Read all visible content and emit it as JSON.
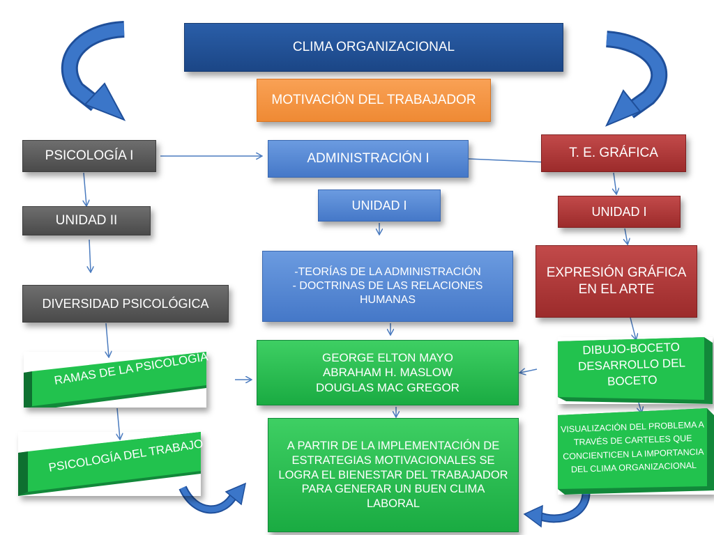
{
  "title": "CLIMA ORGANIZACIONAL",
  "subtitle": "MOTIVACIÒN DEL TRABAJADOR",
  "left": {
    "subject": "PSICOLOGÍA I",
    "unit": "UNIDAD II",
    "topic": "DIVERSIDAD PSICOLÓGICA",
    "branches": "RAMAS DE LA PSICOLOGÍA",
    "work": "PSICOLOGÍA DEL TRABAJO"
  },
  "center": {
    "subject": "ADMINISTRACIÓN I",
    "unit": "UNIDAD I",
    "topics": [
      "-TEORÍAS DE LA ADMINISTRACIÓN",
      "- DOCTRINAS DE LAS RELACIONES",
      "HUMANAS"
    ],
    "authors": [
      "GEORGE ELTON MAYO",
      "ABRAHAM H. MASLOW",
      "DOUGLAS MAC GREGOR"
    ],
    "conclusion": [
      "A PARTIR DE LA IMPLEMENTACIÓN DE",
      "ESTRATEGIAS MOTIVACIONALES SE",
      "LOGRA EL BIENESTAR DEL TRABAJADOR",
      "PARA GENERAR UN BUEN CLIMA",
      "LABORAL"
    ]
  },
  "right": {
    "subject": "T. E. GRÁFICA",
    "unit": "UNIDAD I",
    "topic": [
      "EXPRESIÓN GRÁFICA",
      "EN EL ARTE"
    ],
    "sketch": [
      "DIBUJO-BOCETO",
      "DESARROLLO DEL",
      "BOCETO"
    ],
    "visual": [
      "VISUALIZACIÓN DEL PROBLEMA A",
      "TRAVÉS DE CARTELES QUE",
      "CONCIENTICEN LA IMPORTANCIA",
      "DEL CLIMA ORGANIZACIONAL"
    ]
  },
  "colors": {
    "navy": "#1b4686",
    "orange": "#ef8a34",
    "gray": "#4a4a4a",
    "blue": "#4578c8",
    "red": "#9c2b2b",
    "green": "#1aab42",
    "arrow": "#4a7bbf",
    "curved_arrow": "#2a62b8"
  }
}
